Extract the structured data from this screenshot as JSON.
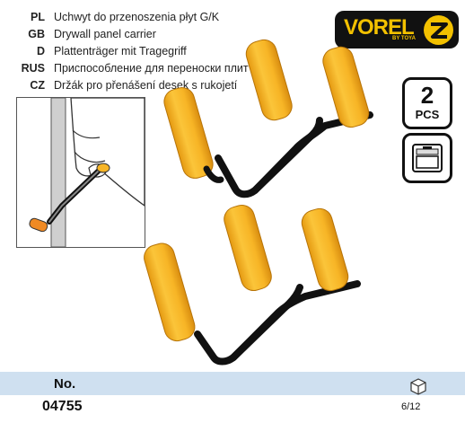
{
  "descriptions": [
    {
      "code": "PL",
      "text": "Uchwyt do przenoszenia płyt G/K"
    },
    {
      "code": "GB",
      "text": "Drywall panel carrier"
    },
    {
      "code": "D",
      "text": "Plattenträger mit Tragegriff"
    },
    {
      "code": "RUS",
      "text": "Приспособление для переноски плит"
    },
    {
      "code": "CZ",
      "text": "Držák pro přenášení desek s rukojetí"
    }
  ],
  "brand": {
    "name": "VOREL",
    "tagline": "BY TOYA"
  },
  "quantity": {
    "number": "2",
    "unit": "PCS"
  },
  "footer": {
    "no_label": "No.",
    "product_code": "04755",
    "pack": "6/12"
  },
  "colors": {
    "handle": "#f7b526",
    "frame": "#111111",
    "band": "#cfe0f0",
    "brand": "#f3c100"
  }
}
